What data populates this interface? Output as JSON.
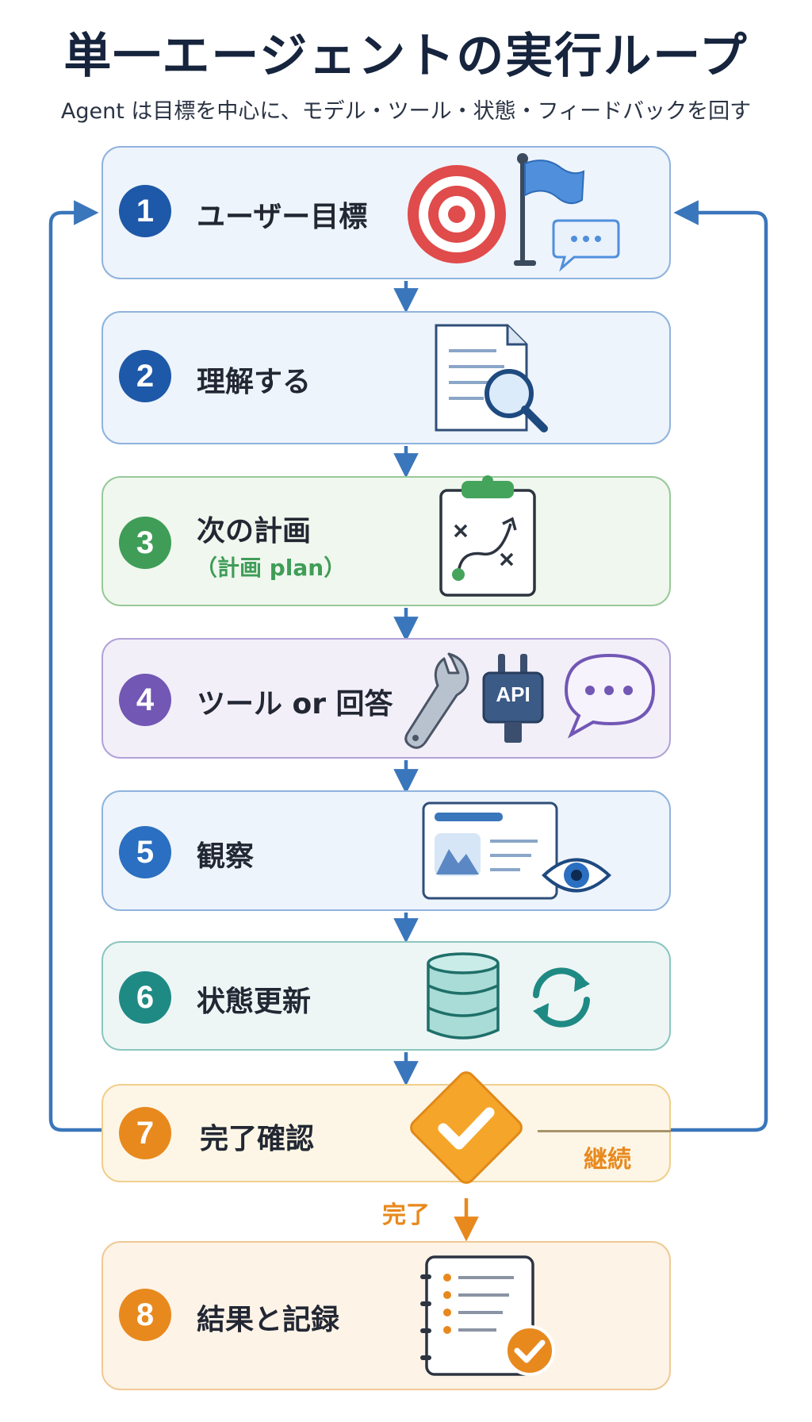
{
  "title": "単一エージェントの実行ループ",
  "subtitle": "Agent は目標を中心に、モデル・ツール・状態・フィードバックを回す",
  "steps": [
    {
      "num": "1",
      "label": "ユーザー目標"
    },
    {
      "num": "2",
      "label": "理解する"
    },
    {
      "num": "3",
      "label": "次の計画",
      "sublabel": "（計画 plan）"
    },
    {
      "num": "4",
      "label": "ツール or 回答"
    },
    {
      "num": "5",
      "label": "観察"
    },
    {
      "num": "6",
      "label": "状態更新"
    },
    {
      "num": "7",
      "label": "完了確認"
    },
    {
      "num": "8",
      "label": "結果と記録"
    }
  ],
  "edges": {
    "continue": "継続",
    "done": "完了"
  },
  "icons": {
    "step1": [
      "target-icon",
      "flag-icon",
      "chat-bubble-icon"
    ],
    "step2": [
      "document-search-icon"
    ],
    "step3": [
      "clipboard-plan-icon"
    ],
    "step4": [
      "wrench-icon",
      "api-plug-icon",
      "chat-bubble-icon"
    ],
    "step5": [
      "observation-panel-icon",
      "eye-icon"
    ],
    "step6": [
      "database-icon",
      "sync-icon"
    ],
    "step7": [
      "check-diamond-icon"
    ],
    "step8": [
      "checklist-icon"
    ]
  },
  "api_label": "API",
  "colors": {
    "blue": "#1e58a8",
    "green": "#3f9d58",
    "purple": "#7257b5",
    "teal": "#1f8a84",
    "orange": "#e8891e",
    "loop": "#3a76bb"
  }
}
